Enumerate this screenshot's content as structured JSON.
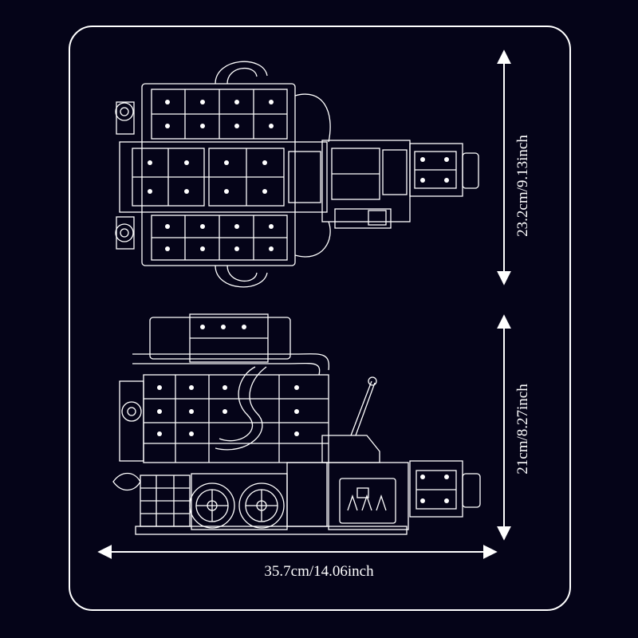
{
  "colors": {
    "background": "#050418",
    "line": "#ffffff"
  },
  "dimensions": {
    "width_label": "35.7cm/14.06inch",
    "top_view_height_label": "23.2cm/9.13inch",
    "side_view_height_label": "21cm/8.27inch"
  },
  "views": [
    "top-view",
    "side-view"
  ]
}
